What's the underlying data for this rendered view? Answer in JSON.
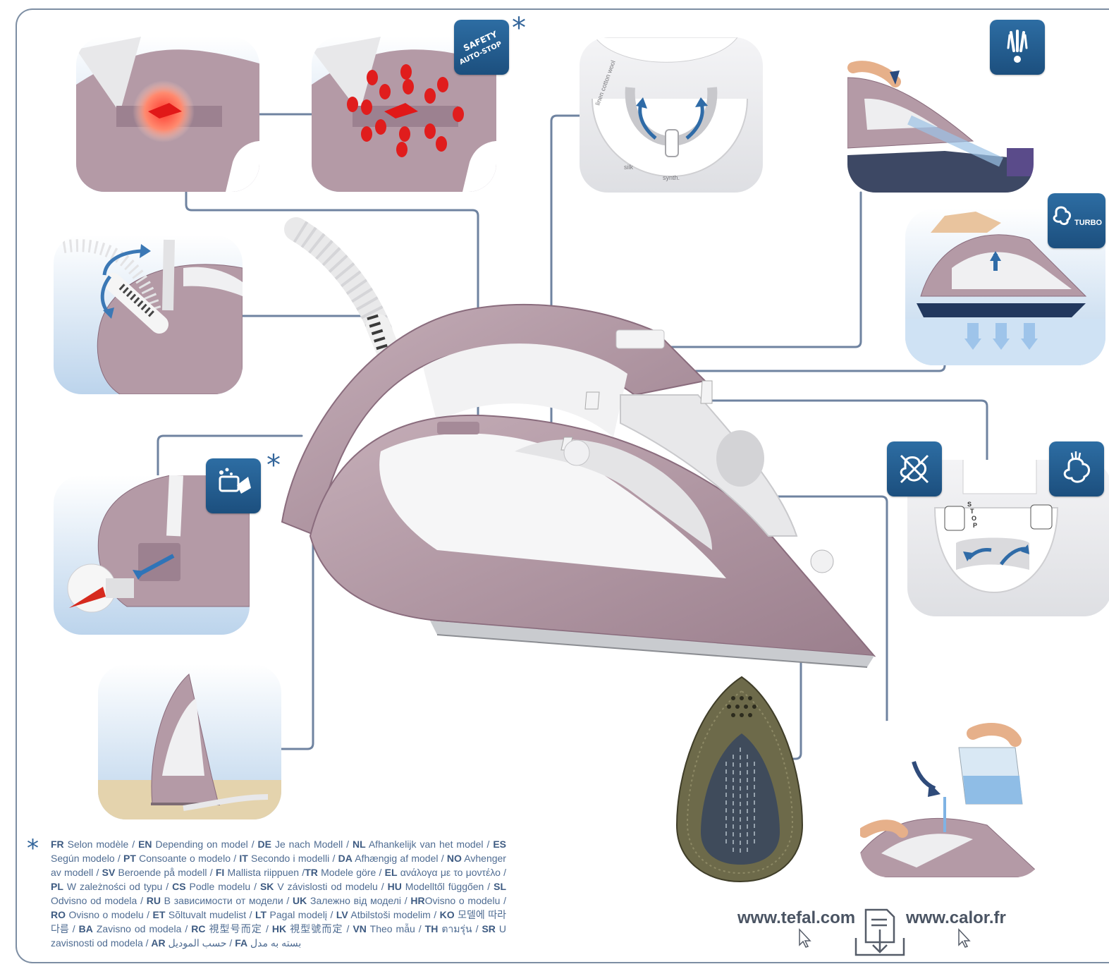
{
  "colors": {
    "frame_line": "#7d8ea3",
    "connector": "#6f83a0",
    "badge_blue": "#1f5a8c",
    "iron_mauve": "#b49aa6",
    "iron_dark": "#8a6c7d",
    "footnote_text": "#4f6c92"
  },
  "badges": {
    "safety_text_line1": "SAFETY",
    "safety_text_line2": "AUTO-STOP",
    "turbo_label": "TURBO"
  },
  "panels": {
    "temperature_dial": {
      "labels": [
        "linen",
        "cotton",
        "wool",
        "silk",
        "synth."
      ]
    }
  },
  "footnote": {
    "marker": "*",
    "segments": [
      {
        "code": "FR",
        "text": " Selon modèle / "
      },
      {
        "code": "EN",
        "text": " Depending on model / "
      },
      {
        "code": "DE",
        "text": " Je nach Modell / "
      },
      {
        "code": "NL",
        "text": " Afhankelijk van het model / "
      },
      {
        "code": "ES",
        "text": " Según modelo / "
      },
      {
        "code": "PT",
        "text": " Consoante o modelo / "
      },
      {
        "code": "IT",
        "text": " Secondo i modelli / "
      },
      {
        "code": "DA",
        "text": " Afhængig af model / "
      },
      {
        "code": "NO",
        "text": " Avhenger av modell / "
      },
      {
        "code": "SV",
        "text": " Beroende på modell / "
      },
      {
        "code": "FI",
        "text": " Mallista riippuen /"
      },
      {
        "code": "TR",
        "text": " Modele göre / "
      },
      {
        "code": "EL",
        "text": " ανάλογα με το μοντέλο / "
      },
      {
        "code": "PL",
        "text": " W zależności od typu / "
      },
      {
        "code": "CS",
        "text": " Podle modelu / "
      },
      {
        "code": "SK",
        "text": " V závislosti od modelu / "
      },
      {
        "code": "HU",
        "text": " Modelltől függően / "
      },
      {
        "code": "SL",
        "text": " Odvisno od modela / "
      },
      {
        "code": "RU",
        "text": " В зависимости от модели / "
      },
      {
        "code": "UK",
        "text": " Залежно від моделі / "
      },
      {
        "code": "HR",
        "text": "Ovisno o modelu / "
      },
      {
        "code": "RO",
        "text": " Ovisno o modelu / "
      },
      {
        "code": "ET",
        "text": " Sõltuvalt mudelist / "
      },
      {
        "code": "LT",
        "text": " Pagal modelį / "
      },
      {
        "code": "LV",
        "text": " Atbilstoši modelim / "
      },
      {
        "code": "KO",
        "text": " 모델에 따라 다름 / "
      },
      {
        "code": "BA",
        "text": " Zavisno od modela / "
      },
      {
        "code": "RC",
        "text": " 視型号而定  / "
      },
      {
        "code": "HK",
        "text": " 視型號而定 / "
      },
      {
        "code": "VN",
        "text": " Theo mẫu / "
      },
      {
        "code": "TH",
        "text": " ตามรุ่น / "
      },
      {
        "code": "SR",
        "text": " U zavisnosti od modela / "
      },
      {
        "code": "AR",
        "text": " حسب الموديل  / "
      },
      {
        "code": "FA",
        "text": " بسته به مدل"
      }
    ]
  },
  "links": {
    "left_url": "www.tefal.com",
    "right_url": "www.calor.fr"
  }
}
